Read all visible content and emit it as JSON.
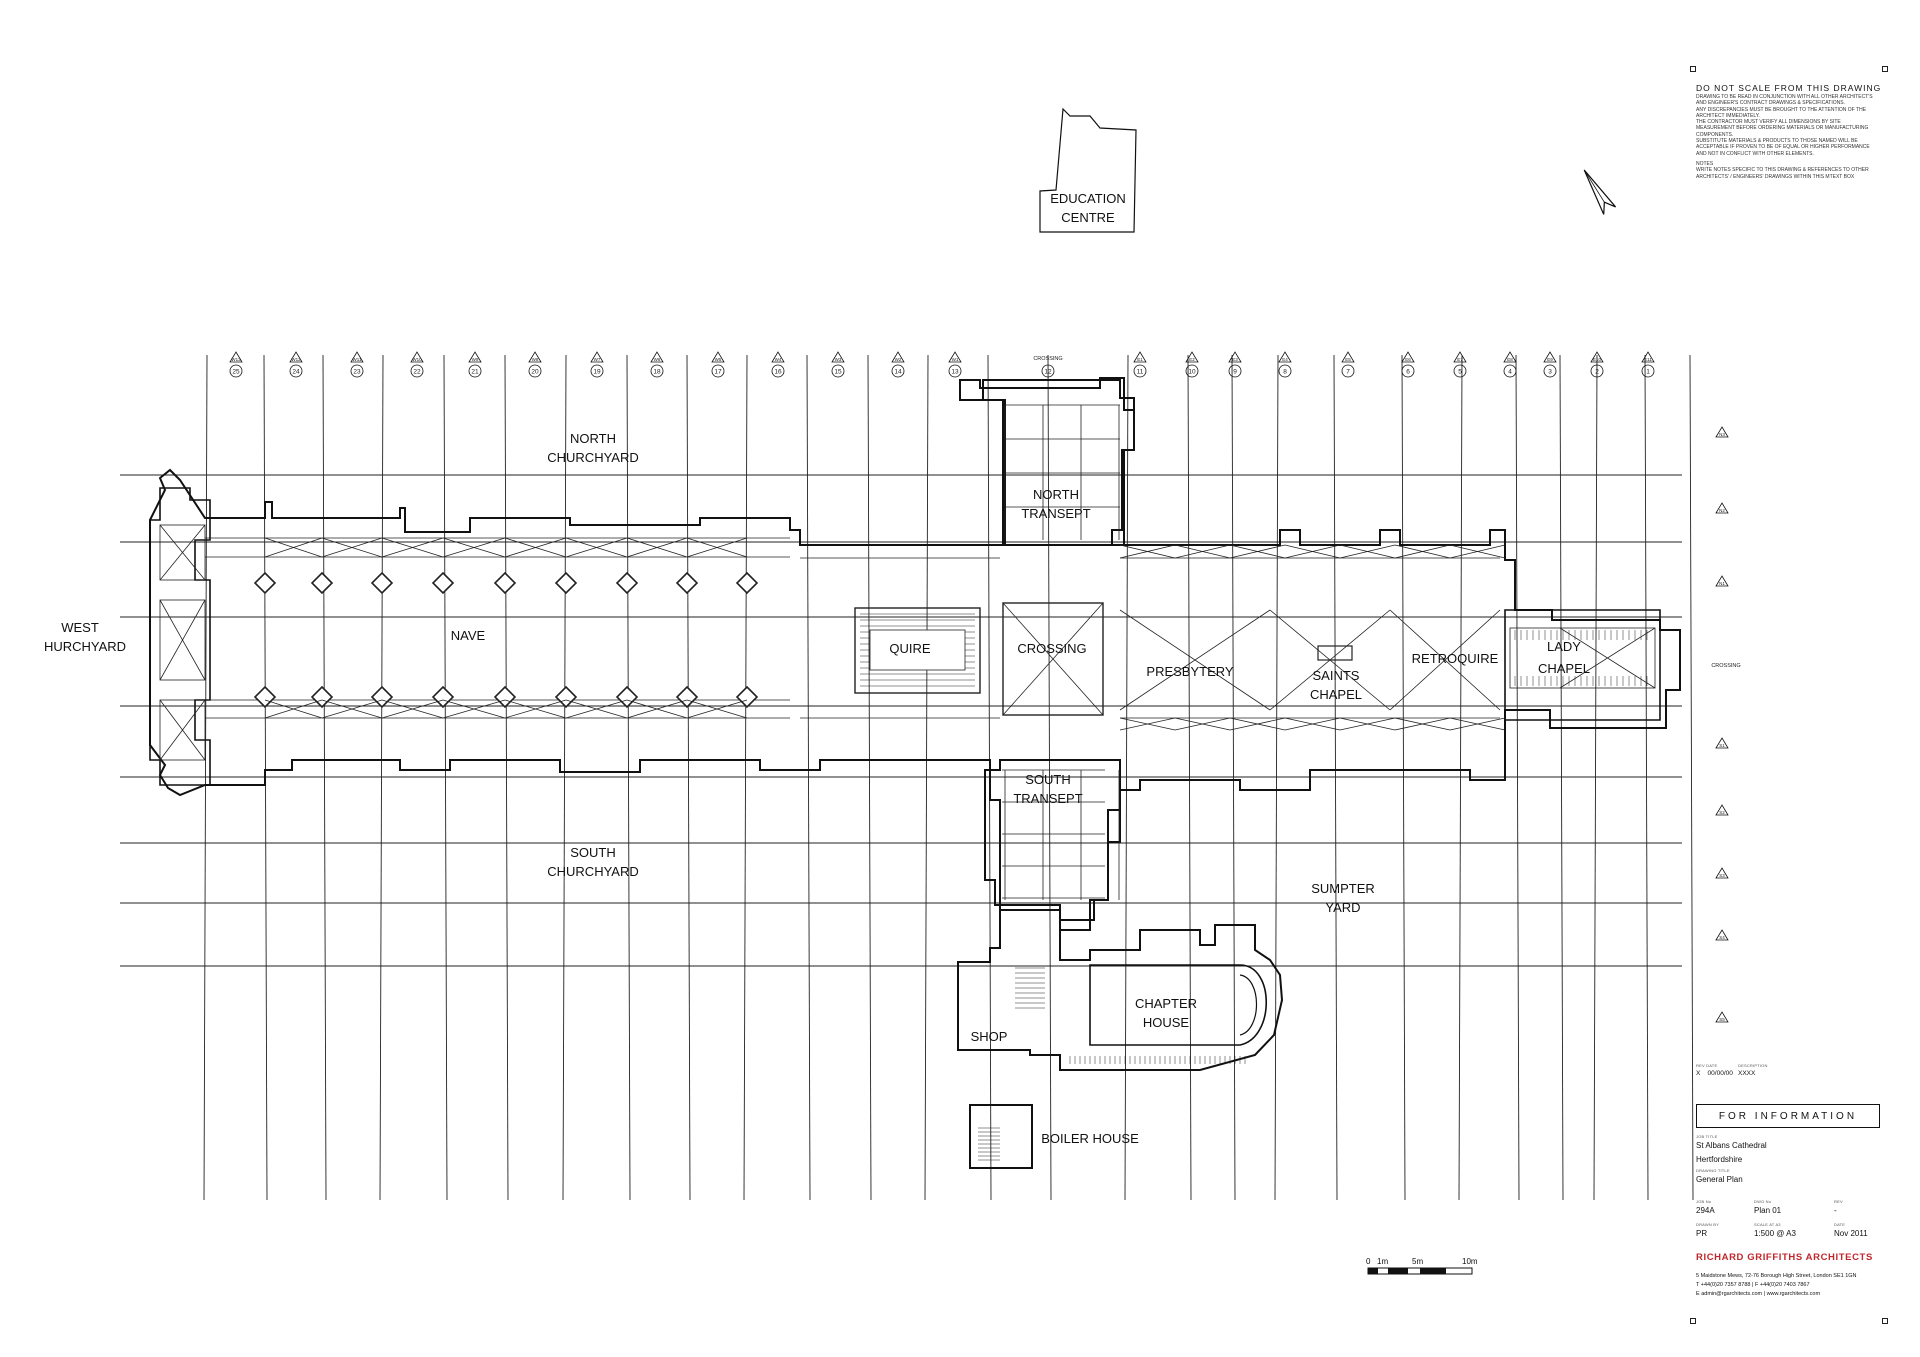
{
  "labels": {
    "education_centre": [
      "EDUCATION",
      "CENTRE"
    ],
    "north_churchyard": [
      "NORTH",
      "CHURCHYARD"
    ],
    "west_churchyard": [
      "WEST",
      "HURCHYARD"
    ],
    "south_churchyard": [
      "SOUTH",
      "CHURCHYARD"
    ],
    "nave": "NAVE",
    "quire": "QUIRE",
    "crossing": "CROSSING",
    "north_transept": [
      "NORTH",
      "TRANSEPT"
    ],
    "south_transept": [
      "SOUTH",
      "TRANSEPT"
    ],
    "presbytery": "PRESBYTERY",
    "saints_chapel": [
      "SAINTS",
      "CHAPEL"
    ],
    "retroquire": "RETROQUIRE",
    "lady_chapel": [
      "LADY",
      "CHAPEL"
    ],
    "sumpter_yard": [
      "SUMPTER",
      "YARD"
    ],
    "chapter_house": [
      "CHAPTER",
      "HOUSE"
    ],
    "shop": "SHOP",
    "boiler_house": "BOILER HOUSE"
  },
  "grid": {
    "top_tags": [
      "W13",
      "W12",
      "W11",
      "W10",
      "W9",
      "W8",
      "W7",
      "W6",
      "W5",
      "W4",
      "W3",
      "W2",
      "W1",
      "CROSSING",
      "E1",
      "E2",
      "E3",
      "E4",
      "E5",
      "E6",
      "E7",
      "E8",
      "E9",
      "E10",
      "E11"
    ],
    "top_numbers": [
      "25",
      "24",
      "23",
      "22",
      "21",
      "20",
      "19",
      "18",
      "17",
      "16",
      "15",
      "14",
      "13",
      "12",
      "11",
      "10",
      "9",
      "8",
      "7",
      "6",
      "5",
      "4",
      "3",
      "2",
      "1"
    ],
    "side_tags": [
      "N3",
      "N2",
      "N1",
      "CROSSING",
      "S1",
      "S2",
      "S3",
      "S4",
      "S5"
    ]
  },
  "scale_bar": {
    "labels": [
      "0",
      "1m",
      "5m",
      "10m"
    ]
  },
  "title_block": {
    "warning": "DO NOT SCALE FROM THIS DRAWING",
    "notes": [
      "DRAWING TO BE READ IN CONJUNCTION WITH ALL OTHER ARCHITECT'S",
      "AND ENGINEER'S CONTRACT DRAWINGS & SPECIFICATIONS.",
      "ANY DISCREPANCIES MUST BE BROUGHT TO THE ATTENTION OF THE",
      "ARCHITECT IMMEDIATELY.",
      "THE CONTRACTOR MUST VERIFY ALL DIMENSIONS BY SITE",
      "MEASUREMENT BEFORE ORDERING MATERIALS OR MANUFACTURING",
      "COMPONENTS.",
      "SUBSTITUTE MATERIALS & PRODUCTS TO THOSE NAMED WILL BE",
      "ACCEPTABLE IF PROVEN TO BE OF EQUAL OR HIGHER PERFORMANCE",
      "AND NOT IN CONFLICT WITH OTHER ELEMENTS.",
      "NOTES",
      "WRITE NOTES SPECIFIC TO THIS DRAWING & REFERENCES TO OTHER",
      "ARCHITECTS' / ENGINEERS' DRAWINGS WITHIN THIS MTEXT BOX"
    ],
    "rev_caption": "REV  DATE",
    "rev_value": "X    00/00/00",
    "desc_caption": "DESCRIPTION",
    "desc_value": "XXXX",
    "status": "FOR INFORMATION",
    "job_caption": "JOB TITLE",
    "job_title": "St Albans Cathedral",
    "job_location": "Hertfordshire",
    "drawing_caption": "DRAWING TITLE",
    "drawing_title": "General Plan",
    "job_no_caption": "JOB No",
    "job_no": "294A",
    "dwg_no_caption": "DWG No",
    "dwg_no": "Plan 01",
    "rev2_caption": "REV",
    "rev2": "-",
    "drawn_caption": "DRAWN BY",
    "drawn": "PR",
    "scale_caption": "SCALE AT A3",
    "scale": "1:500 @ A3",
    "date_caption": "DATE",
    "date": "Nov 2011",
    "practice": "RICHARD GRIFFITHS ARCHITECTS",
    "address_lines": [
      "5 Maidstone Mews, 72-76 Borough High Street, London  SE1 1GN",
      "T +44(0)20 7357 8788  |  F +44(0)20 7403 7867",
      "E admin@rgarchitects.com  |  www.rgarchitects.com"
    ]
  },
  "colors": {
    "ink": "#111111",
    "practice_red": "#c0262b"
  }
}
